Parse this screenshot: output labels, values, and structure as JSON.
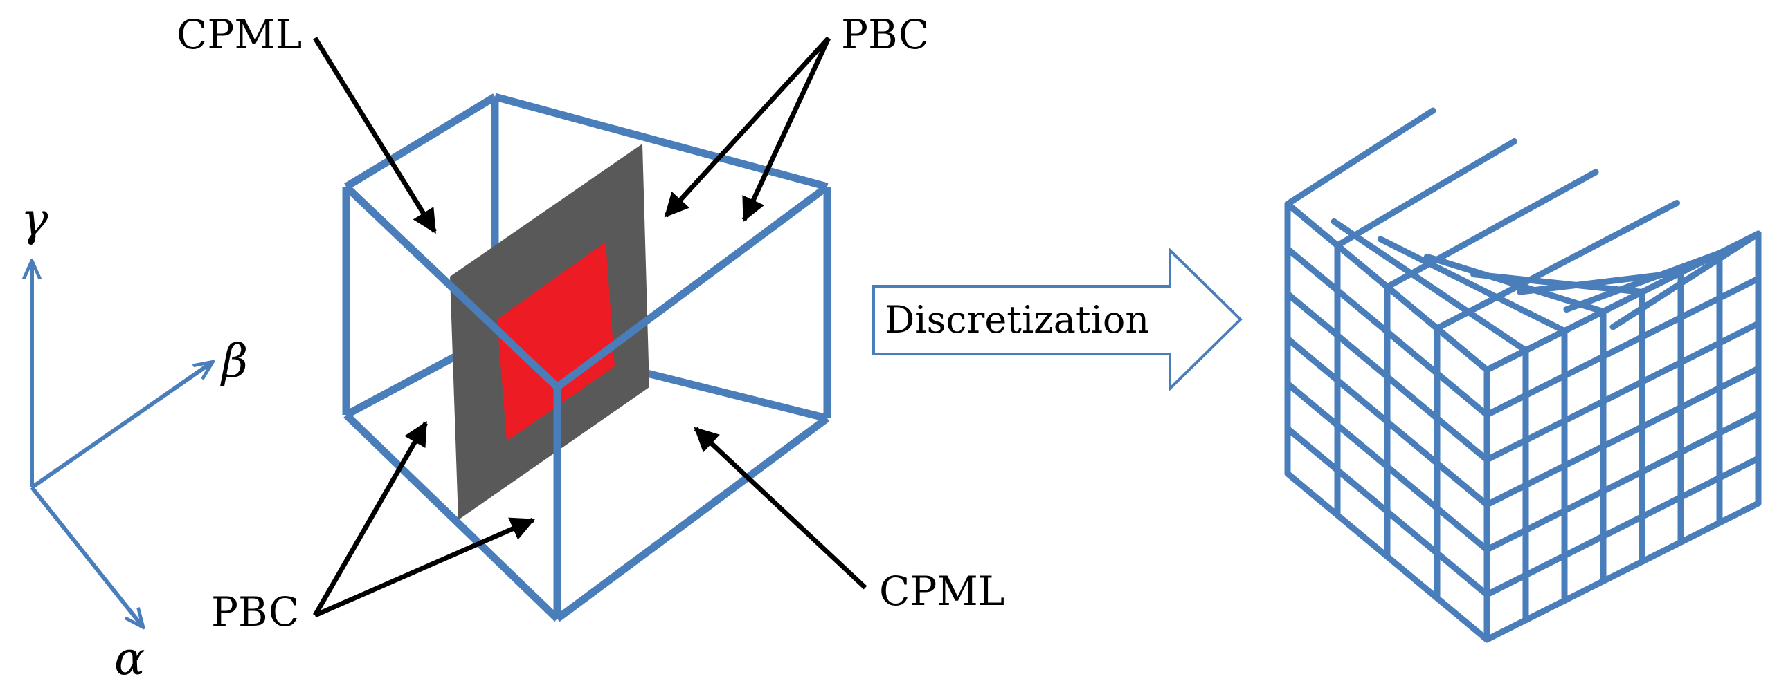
{
  "axes": {
    "gamma": "γ",
    "beta": "β",
    "alpha": "α"
  },
  "labels": {
    "cpml_top": "CPML",
    "pbc_top": "PBC",
    "pbc_bottom": "PBC",
    "cpml_bottom": "CPML",
    "discretization": "Discretization"
  },
  "colors": {
    "frame": "#4a7ebb",
    "gray_slab": "#595959",
    "red_core": "#ed1c24",
    "arrow": "#000000"
  },
  "grid": {
    "front_columns": 4,
    "front_rows": 6,
    "right_columns": 7,
    "right_rows": 6,
    "depth_cells": 4
  }
}
